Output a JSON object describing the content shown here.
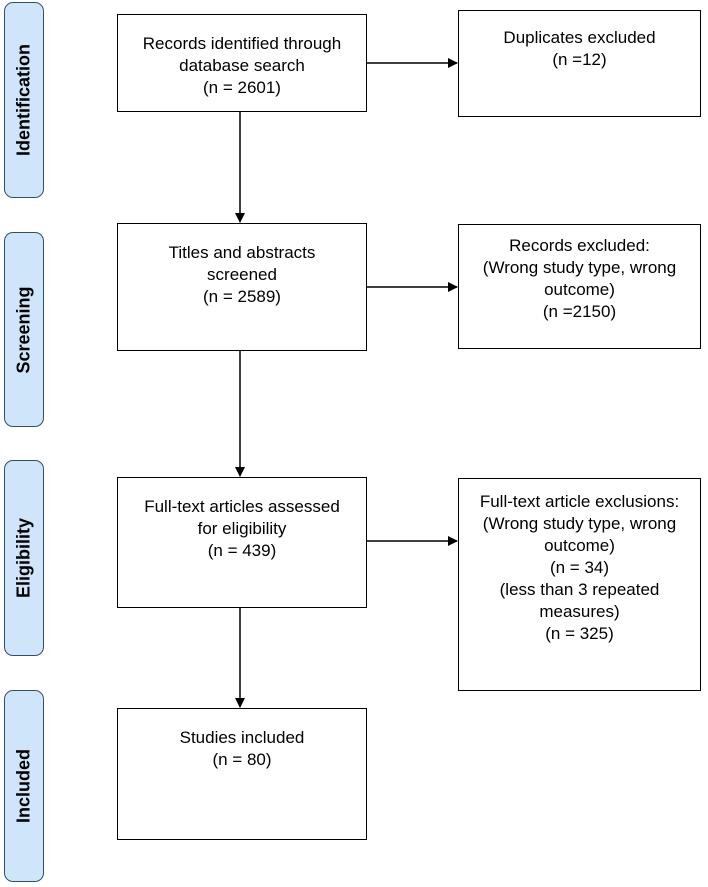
{
  "phases": [
    {
      "label": "Identification"
    },
    {
      "label": "Screening"
    },
    {
      "label": "Eligibility"
    },
    {
      "label": "Included"
    }
  ],
  "main_boxes": [
    {
      "lines": [
        "Records identified through",
        "database search",
        "(n = 2601)"
      ]
    },
    {
      "lines": [
        "Titles and abstracts",
        "screened",
        "(n = 2589)"
      ]
    },
    {
      "lines": [
        "Full-text articles assessed",
        "for eligibility",
        "(n = 439)"
      ]
    },
    {
      "lines": [
        "Studies included",
        "(n = 80)"
      ]
    }
  ],
  "side_boxes": [
    {
      "lines": [
        "Duplicates excluded",
        "(n =12)"
      ]
    },
    {
      "lines": [
        "Records excluded:",
        "(Wrong study type, wrong",
        "outcome)",
        "(n =2150)"
      ]
    },
    {
      "lines": [
        "Full-text article exclusions:",
        "(Wrong study type, wrong",
        "outcome)",
        "(n = 34)",
        "(less than 3 repeated",
        "measures)",
        "(n = 325)"
      ]
    }
  ]
}
